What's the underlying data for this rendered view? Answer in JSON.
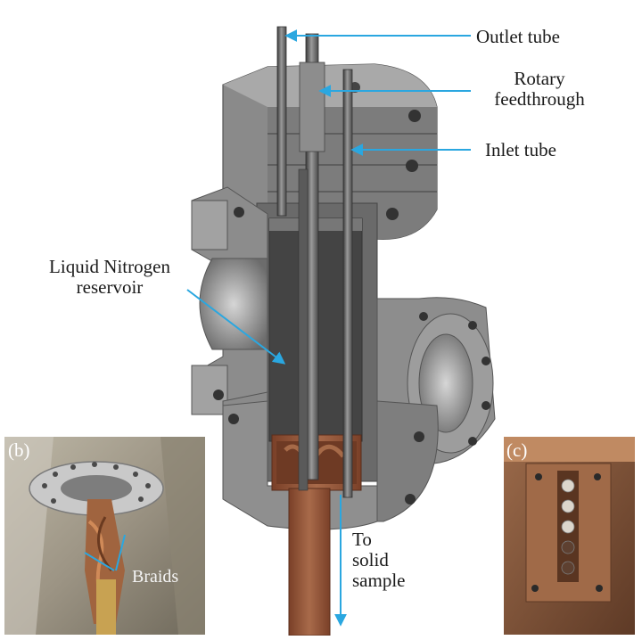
{
  "labels": {
    "outlet_tube": "Outlet tube",
    "rotary_1": "Rotary",
    "rotary_2": "feedthrough",
    "inlet_tube": "Inlet tube",
    "ln2_1": "Liquid Nitrogen",
    "ln2_2": "reservoir",
    "to_1": "To",
    "to_2": "solid",
    "to_3": "sample",
    "braids": "Braids",
    "panel_b": "(b)",
    "panel_c": "(c)"
  },
  "colors": {
    "arrow": "#2aa7e0",
    "steel_light": "#a7a7a7",
    "steel_mid": "#858585",
    "steel_dark": "#5a5a5a",
    "copper": "#9a5a3e",
    "copper_dark": "#6e3a24"
  }
}
